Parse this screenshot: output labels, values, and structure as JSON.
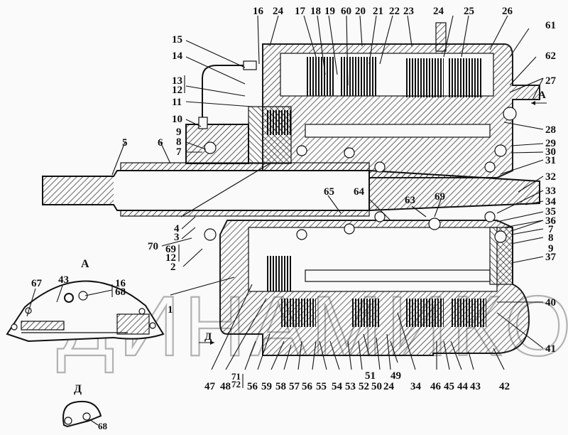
{
  "diagram": {
    "subject": "Gearbox longitudinal cross-section with numbered part callouts",
    "watermark": "ДИНАМИКО",
    "view_labels": {
      "view_a": "А",
      "view_d": "Д",
      "arrow_a": "А",
      "arrow_d": "Д"
    },
    "callouts_top": [
      "16",
      "24",
      "17",
      "18",
      "19",
      "60",
      "20",
      "21",
      "22",
      "23",
      "24",
      "25",
      "26"
    ],
    "callouts_left_upper": [
      "15",
      "14",
      "13",
      "12",
      "11",
      "10",
      "9",
      "8",
      "7",
      "5",
      "6"
    ],
    "callouts_right": [
      "61",
      "62",
      "27",
      "28",
      "29",
      "30",
      "31",
      "32",
      "33",
      "34",
      "35",
      "36",
      "7",
      "8",
      "9",
      "37",
      "40",
      "41"
    ],
    "callouts_left_lower": [
      "4",
      "3",
      "70",
      "69",
      "12",
      "2",
      "1"
    ],
    "callouts_inner": [
      "65",
      "64",
      "63",
      "69"
    ],
    "callouts_bottom": [
      "47",
      "48",
      "71",
      "72",
      "56",
      "59",
      "58",
      "57",
      "56",
      "55",
      "54",
      "53",
      "52",
      "51",
      "50",
      "24",
      "49",
      "34",
      "46",
      "45",
      "44",
      "43",
      "42"
    ],
    "view_a_callouts": [
      "67",
      "43",
      "16",
      "68"
    ],
    "view_d_callouts": [
      "68"
    ]
  }
}
